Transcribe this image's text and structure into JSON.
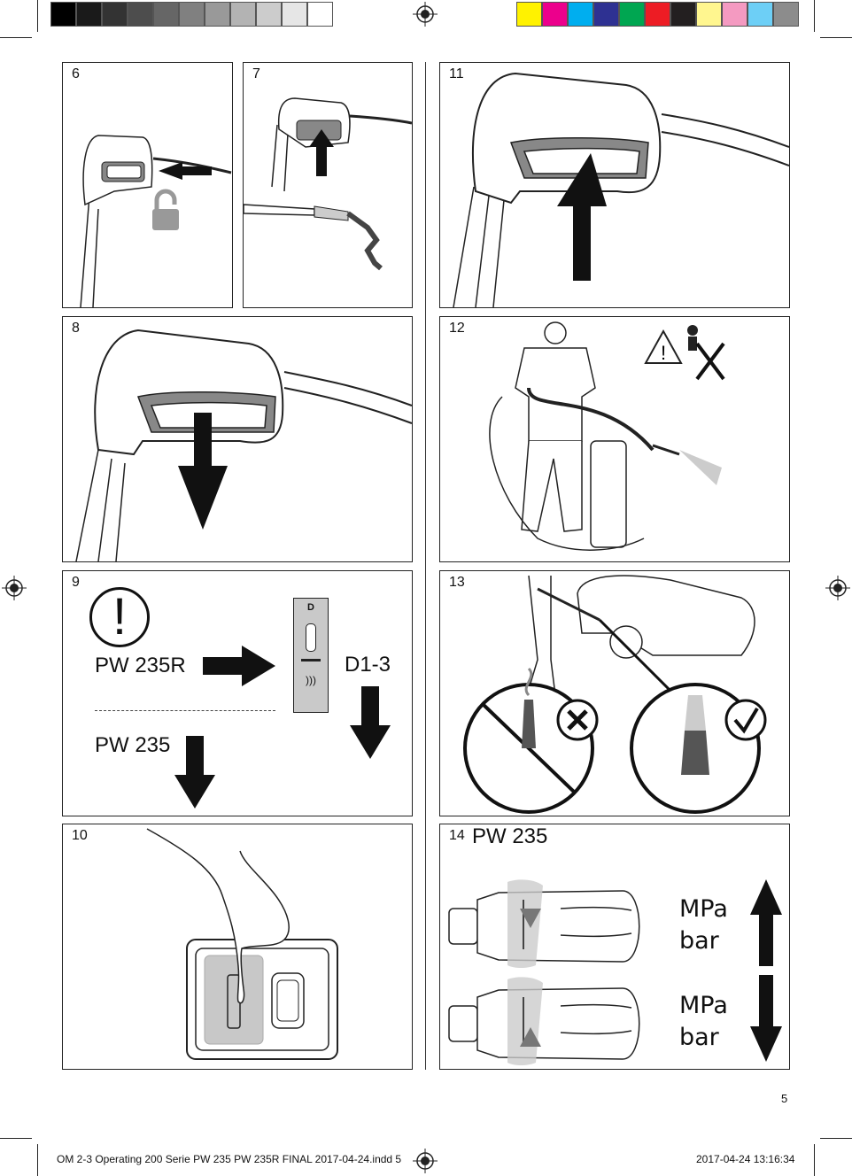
{
  "color_bar": {
    "grays": [
      "#000000",
      "#1a1a1a",
      "#333333",
      "#4d4d4d",
      "#666666",
      "#808080",
      "#999999",
      "#b3b3b3",
      "#cccccc",
      "#e6e6e6",
      "#ffffff"
    ],
    "colors": [
      "#fff200",
      "#ec008c",
      "#00aeef",
      "#2e3192",
      "#00a651",
      "#ed1c24",
      "#231f20",
      "#fff68f",
      "#f49ac1",
      "#6dcff6",
      "#8c8c8c"
    ]
  },
  "panels": {
    "p6": {
      "number": "6"
    },
    "p7": {
      "number": "7"
    },
    "p8": {
      "number": "8"
    },
    "p9": {
      "number": "9",
      "model_r": "PW 235R",
      "model": "PW 235",
      "setting": "D1-3",
      "dial_letter": "D",
      "warning_symbol": "!"
    },
    "p10": {
      "number": "10"
    },
    "p11": {
      "number": "11"
    },
    "p12": {
      "number": "12",
      "warning_symbol": "!"
    },
    "p13": {
      "number": "13"
    },
    "p14": {
      "number": "14",
      "model": "PW 235",
      "unit1_top": "MPa",
      "unit1_bottom": "bar",
      "unit2_top": "MPa",
      "unit2_bottom": "bar"
    }
  },
  "page_number": "5",
  "footer": {
    "file": "OM 2-3 Operating 200 Serie PW 235 PW 235R  FINAL 2017-04-24.indd   5",
    "timestamp": "2017-04-24   13:16:34"
  }
}
